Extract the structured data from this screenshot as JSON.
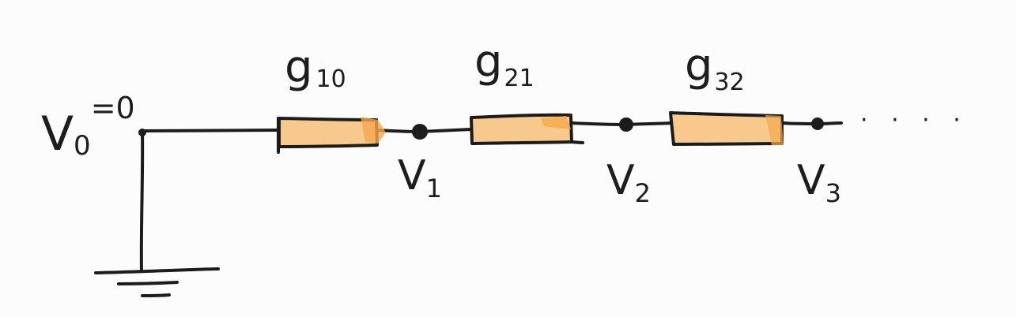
{
  "colors": {
    "background": "#fcfcfc",
    "ink": "#1c1c1c",
    "resistor_fill": "#f7c98c",
    "resistor_highlight": "#f3a94b"
  },
  "nodes": {
    "v0": {
      "label": "V",
      "subscript": "0",
      "value": "=0"
    },
    "v1": {
      "label": "V",
      "subscript": "1"
    },
    "v2": {
      "label": "V",
      "subscript": "2"
    },
    "v3": {
      "label": "V",
      "subscript": "3"
    }
  },
  "resistors": {
    "g10": {
      "label": "g",
      "subscript": "10"
    },
    "g21": {
      "label": "g",
      "subscript": "21"
    },
    "g32": {
      "label": "g",
      "subscript": "32"
    }
  },
  "continuation": "· · · ·",
  "icons": {
    "ground": "ground-symbol-icon",
    "node": "node-dot-icon"
  }
}
